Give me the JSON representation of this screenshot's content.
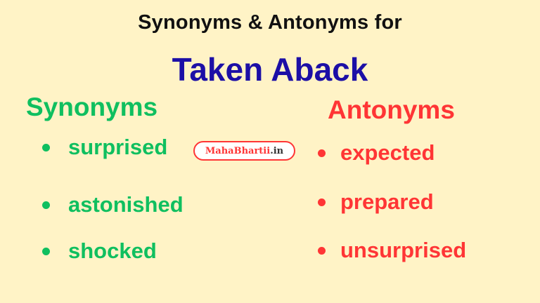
{
  "header": {
    "subtitle": "Synonyms & Antonyms for",
    "title": "Taken Aback"
  },
  "synonyms": {
    "heading": "Synonyms",
    "items": [
      "surprised",
      "astonished",
      "shocked"
    ]
  },
  "antonyms": {
    "heading": "Antonyms",
    "items": [
      "expected",
      "prepared",
      "unsurprised"
    ]
  },
  "badge": {
    "brand": "MahaBhartii",
    "tld": ".in"
  },
  "colors": {
    "background": "#FFF3C6",
    "subtitle": "#111111",
    "title": "#1C0FA6",
    "synonyms": "#0FBF5F",
    "antonyms": "#FF3535",
    "badge_border": "#FF3535"
  }
}
